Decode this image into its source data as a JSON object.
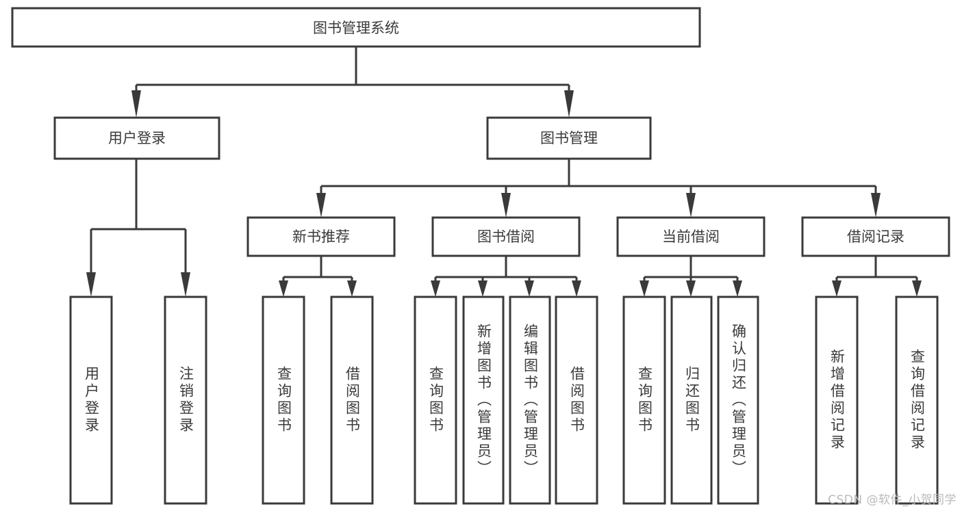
{
  "diagram": {
    "title": "图书管理系统",
    "type": "tree",
    "background_color": "#ffffff",
    "line_color": "#3a3a3a",
    "text_color": "#3a3a3a",
    "box_fill": "#ffffff",
    "root": {
      "id": "root",
      "label": "图书管理系统",
      "orientation": "horizontal"
    },
    "level2": [
      {
        "id": "user-login",
        "label": "用户登录",
        "orientation": "horizontal"
      },
      {
        "id": "book-management",
        "label": "图书管理",
        "orientation": "horizontal"
      }
    ],
    "level3": [
      {
        "id": "new-book-recommend",
        "label": "新书推荐",
        "orientation": "horizontal",
        "parent": "book-management"
      },
      {
        "id": "book-borrow",
        "label": "图书借阅",
        "orientation": "horizontal",
        "parent": "book-management"
      },
      {
        "id": "current-borrow",
        "label": "当前借阅",
        "orientation": "horizontal",
        "parent": "book-management"
      },
      {
        "id": "borrow-record",
        "label": "借阅记录",
        "orientation": "horizontal",
        "parent": "book-management"
      }
    ],
    "leaves": [
      {
        "id": "leaf-user-login",
        "label": "用户登录",
        "orientation": "vertical",
        "parent": "user-login"
      },
      {
        "id": "leaf-user-logout",
        "label": "注销登录",
        "orientation": "vertical",
        "parent": "user-login"
      },
      {
        "id": "leaf-query-book-1",
        "label": "查询图书",
        "orientation": "vertical",
        "parent": "new-book-recommend"
      },
      {
        "id": "leaf-borrow-book-1",
        "label": "借阅图书",
        "orientation": "vertical",
        "parent": "new-book-recommend"
      },
      {
        "id": "leaf-query-book-2",
        "label": "查询图书",
        "orientation": "vertical",
        "parent": "book-borrow"
      },
      {
        "id": "leaf-add-book",
        "label": "新增图书（管理员）",
        "orientation": "vertical",
        "parent": "book-borrow"
      },
      {
        "id": "leaf-edit-book",
        "label": "编辑图书（管理员）",
        "orientation": "vertical",
        "parent": "book-borrow"
      },
      {
        "id": "leaf-borrow-book-2",
        "label": "借阅图书",
        "orientation": "vertical",
        "parent": "book-borrow"
      },
      {
        "id": "leaf-query-book-3",
        "label": "查询图书",
        "orientation": "vertical",
        "parent": "current-borrow"
      },
      {
        "id": "leaf-return-book",
        "label": "归还图书",
        "orientation": "vertical",
        "parent": "current-borrow"
      },
      {
        "id": "leaf-confirm-return",
        "label": "确认归还（管理员）",
        "orientation": "vertical",
        "parent": "current-borrow"
      },
      {
        "id": "leaf-add-record",
        "label": "新增借阅记录",
        "orientation": "vertical",
        "parent": "borrow-record"
      },
      {
        "id": "leaf-query-record",
        "label": "查询借阅记录",
        "orientation": "vertical",
        "parent": "borrow-record"
      }
    ]
  },
  "watermark": {
    "text": "CSDN @软件_小贺同学"
  }
}
